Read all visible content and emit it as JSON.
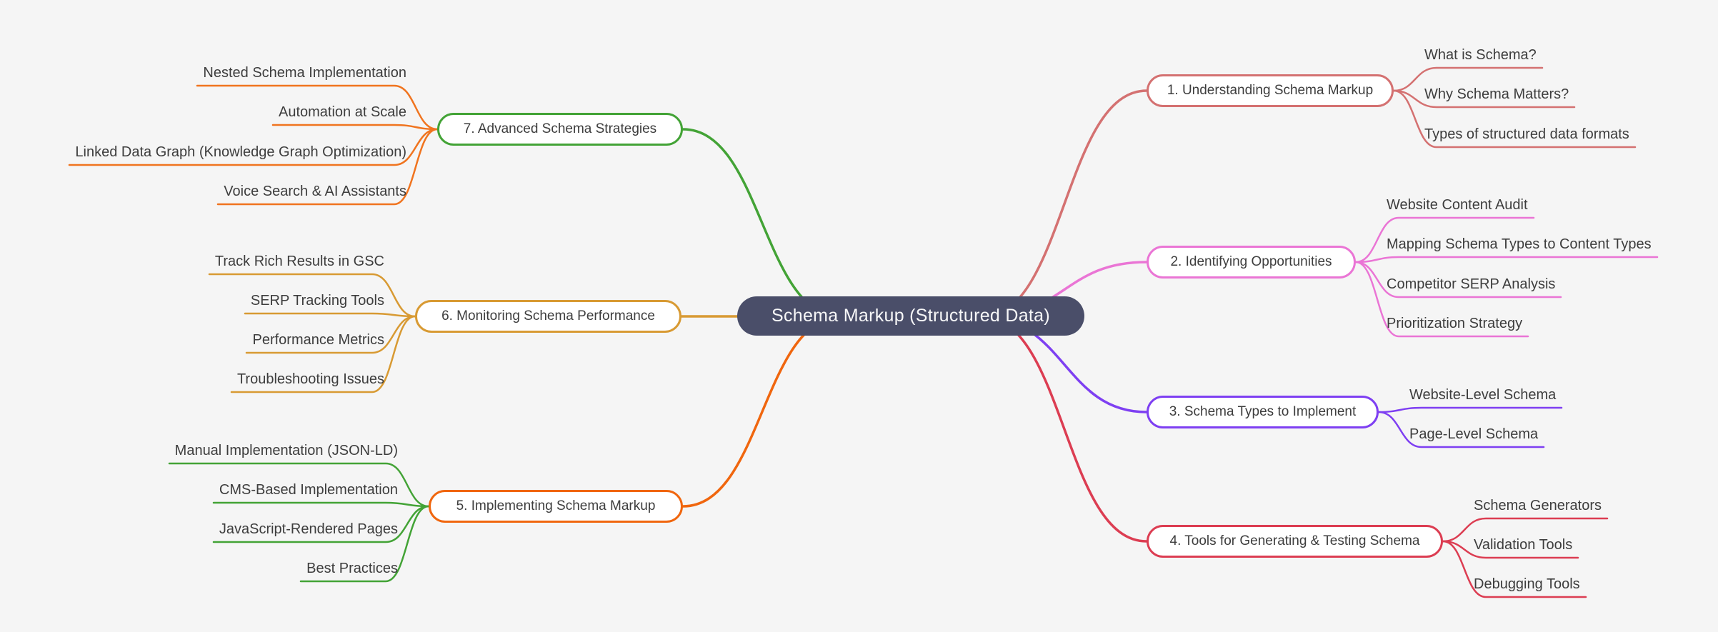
{
  "background": "#f5f5f5",
  "root": {
    "label": "Schema Markup (Structured Data)",
    "fill_color": "#4a4e69",
    "text_color": "#f7f7f8"
  },
  "branches": [
    {
      "label": "1. Understanding Schema Markup",
      "node_color": "#d47171",
      "child_color": "#d47171",
      "children": [
        {
          "label": "What is Schema?"
        },
        {
          "label": "Why Schema Matters?"
        },
        {
          "label": "Types of structured data formats"
        }
      ]
    },
    {
      "label": "2. Identifying Opportunities",
      "node_color": "#ea75d5",
      "child_color": "#ea75d5",
      "children": [
        {
          "label": "Website Content Audit"
        },
        {
          "label": "Mapping Schema Types to Content Types"
        },
        {
          "label": "Competitor SERP Analysis"
        },
        {
          "label": "Prioritization Strategy"
        }
      ]
    },
    {
      "label": "3. Schema Types to Implement",
      "node_color": "#7e3ff2",
      "child_color": "#7e3ff2",
      "children": [
        {
          "label": "Website-Level Schema"
        },
        {
          "label": "Page-Level Schema"
        }
      ]
    },
    {
      "label": "4. Tools for Generating & Testing Schema",
      "node_color": "#dc3d52",
      "child_color": "#dc3d52",
      "children": [
        {
          "label": "Schema Generators"
        },
        {
          "label": "Validation Tools"
        },
        {
          "label": "Debugging Tools"
        }
      ]
    },
    {
      "label": "5. Implementing Schema Markup",
      "node_color": "#f0660e",
      "child_color": "#43a336",
      "children": [
        {
          "label": "Manual Implementation (JSON-LD)"
        },
        {
          "label": "CMS-Based Implementation"
        },
        {
          "label": "JavaScript-Rendered Pages"
        },
        {
          "label": "Best Practices"
        }
      ]
    },
    {
      "label": "6. Monitoring Schema Performance",
      "node_color": "#d89a33",
      "child_color": "#d89a33",
      "children": [
        {
          "label": "Track Rich Results in GSC"
        },
        {
          "label": "SERP Tracking Tools"
        },
        {
          "label": "Performance Metrics"
        },
        {
          "label": "Troubleshooting Issues"
        }
      ]
    },
    {
      "label": "7. Advanced Schema Strategies",
      "node_color": "#43a336",
      "child_color": "#f0741f",
      "children": [
        {
          "label": "Nested Schema Implementation"
        },
        {
          "label": "Automation at Scale"
        },
        {
          "label": "Linked Data Graph (Knowledge Graph Optimization)"
        },
        {
          "label": "Voice Search & AI Assistants"
        }
      ]
    }
  ]
}
